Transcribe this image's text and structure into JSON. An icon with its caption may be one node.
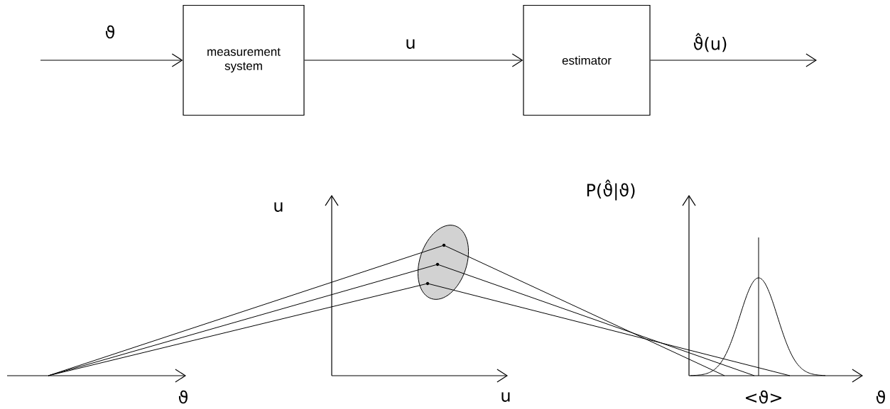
{
  "diagram": {
    "nodes": [
      {
        "text": [
          "measurement system"
        ]
      },
      {
        "text": [
          "estimator"
        ]
      }
    ],
    "edges": [
      {
        "from": null,
        "to": 0,
        "arrow": "to",
        "label": "ϑ"
      },
      {
        "from": 0,
        "to": 1,
        "arrow": "to",
        "label": "u"
      },
      {
        "from": 1,
        "to": null,
        "arrow": "to",
        "label": "ϑ̂(u)"
      }
    ],
    "labels": [
      "u",
      "P(ϑ̂|ϑ)",
      "ϑ",
      "u",
      "<ϑ>",
      "ϑ"
    ]
  }
}
